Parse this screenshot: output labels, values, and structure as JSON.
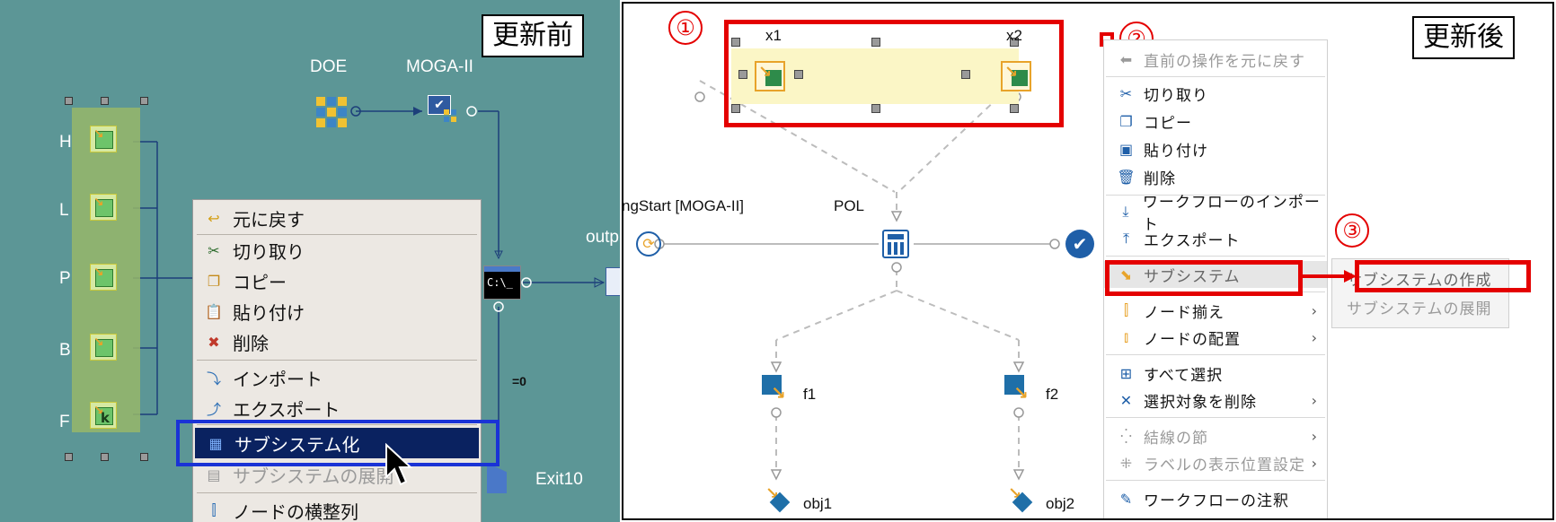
{
  "left_panel": {
    "tag": "更新前",
    "labels": {
      "doe": "DOE",
      "moga": "MOGA-II",
      "output": "outp",
      "exit": "Exit10",
      "eq": "=0",
      "console": "C:\\_"
    },
    "inputs": [
      "H",
      "L",
      "P",
      "B",
      "F"
    ],
    "last_input_glyph": "k",
    "context_menu": [
      {
        "label": "元に戻す",
        "icon": "undo-icon",
        "disabled": false
      },
      {
        "label": "切り取り",
        "icon": "scissors-icon",
        "disabled": false
      },
      {
        "label": "コピー",
        "icon": "copy-icon",
        "disabled": false
      },
      {
        "label": "貼り付け",
        "icon": "paste-icon",
        "disabled": false
      },
      {
        "label": "削除",
        "icon": "delete-icon",
        "disabled": false
      },
      {
        "label": "インポート",
        "icon": "import-icon",
        "disabled": false
      },
      {
        "label": "エクスポート",
        "icon": "export-icon",
        "disabled": false
      },
      {
        "label": "サブシステム化",
        "icon": "subsystem-icon",
        "disabled": false,
        "highlighted": true
      },
      {
        "label": "サブシステムの展開",
        "icon": "expand-subsystem-icon",
        "disabled": true
      },
      {
        "label": "ノードの横整列",
        "icon": "align-nodes-icon",
        "disabled": false
      }
    ]
  },
  "right_panel": {
    "tag": "更新後",
    "markers": [
      "①",
      "②",
      "③"
    ],
    "labels": {
      "x1": "x1",
      "x2": "x2",
      "pol": "POL",
      "start": "ngStart [MOGA-II]",
      "f1": "f1",
      "f2": "f2",
      "obj1": "obj1",
      "obj2": "obj2"
    },
    "context_menu": [
      {
        "label": "直前の操作を元に戻す",
        "icon": "undo-icon",
        "disabled": true
      },
      {
        "label": "切り取り",
        "icon": "scissors-icon",
        "disabled": false
      },
      {
        "label": "コピー",
        "icon": "copy-icon",
        "disabled": false
      },
      {
        "label": "貼り付け",
        "icon": "paste-icon",
        "disabled": false
      },
      {
        "label": "削除",
        "icon": "trash-icon",
        "disabled": false
      },
      {
        "label": "ワークフローのインポート",
        "icon": "import-icon",
        "disabled": false
      },
      {
        "label": "エクスポート",
        "icon": "export-icon",
        "disabled": false
      },
      {
        "label": "サブシステム",
        "icon": "subsystem-icon",
        "disabled": false,
        "submenu": true
      },
      {
        "label": "ノード揃え",
        "icon": "align-icon",
        "disabled": false,
        "submenu": true
      },
      {
        "label": "ノードの配置",
        "icon": "distribute-icon",
        "disabled": false,
        "submenu": true
      },
      {
        "label": "すべて選択",
        "icon": "select-all-icon",
        "disabled": false
      },
      {
        "label": "選択対象を削除",
        "icon": "deselect-icon",
        "disabled": false,
        "submenu": true
      },
      {
        "label": "結線の節",
        "icon": "link-node-icon",
        "disabled": true,
        "submenu": true
      },
      {
        "label": "ラベルの表示位置設定",
        "icon": "label-position-icon",
        "disabled": true,
        "submenu": true
      },
      {
        "label": "ワークフローの注釈",
        "icon": "annotation-icon",
        "disabled": false
      }
    ],
    "submenu": [
      {
        "label": "サブシステムの作成",
        "disabled": false
      },
      {
        "label": "サブシステムの展開",
        "disabled": true
      }
    ]
  },
  "colors": {
    "canvas_left": "#5c9696",
    "highlight_left": "#0a2260",
    "select_blue": "#1a33d6",
    "annotation_red": "#e40000",
    "accent_blue": "#1f5fa8"
  }
}
